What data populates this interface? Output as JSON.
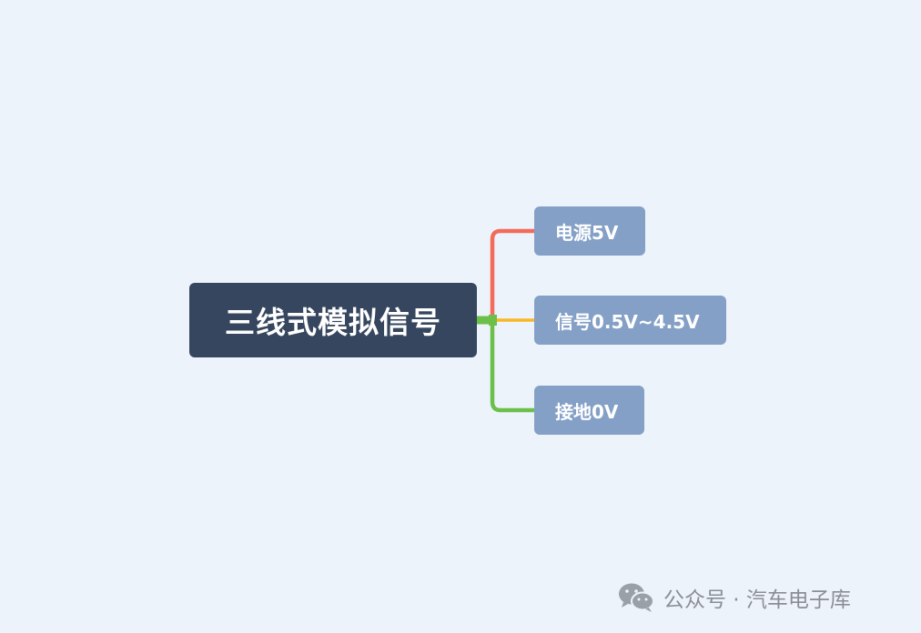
{
  "mindmap": {
    "root": {
      "label": "三线式模拟信号"
    },
    "branches": [
      {
        "label": "电源5V",
        "color": "#f26b5b"
      },
      {
        "label": "信号0.5V~4.5V",
        "color": "#f8b822"
      },
      {
        "label": "接地0V",
        "color": "#6cc04a"
      }
    ],
    "colors": {
      "background": "#edf3fa",
      "root_fill": "#36465e",
      "child_fill": "#84a0c6",
      "trunk": "#6cc04a"
    }
  },
  "watermark": {
    "icon": "wechat-icon",
    "text": "公众号 · 汽车电子库"
  }
}
